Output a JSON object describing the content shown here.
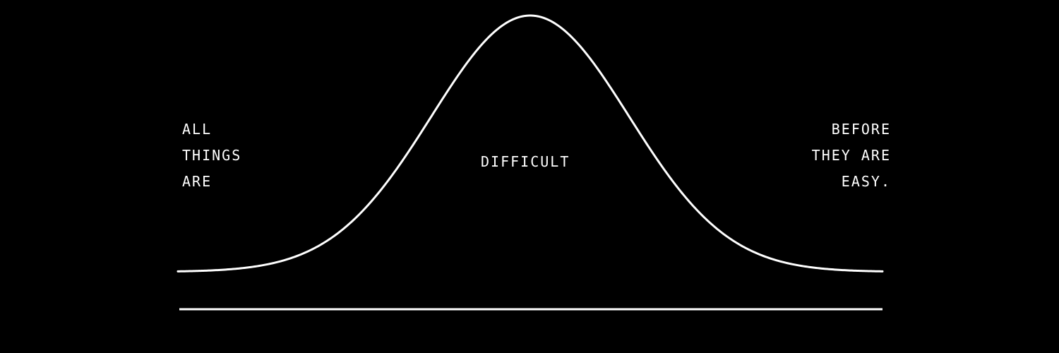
{
  "background_color": "#000000",
  "foreground_color": "#ffffff",
  "left_text": [
    "ALL",
    "THINGS",
    "ARE"
  ],
  "center_text": "DIFFICULT",
  "right_text": [
    "BEFORE",
    "THEY ARE",
    "EASY."
  ]
}
